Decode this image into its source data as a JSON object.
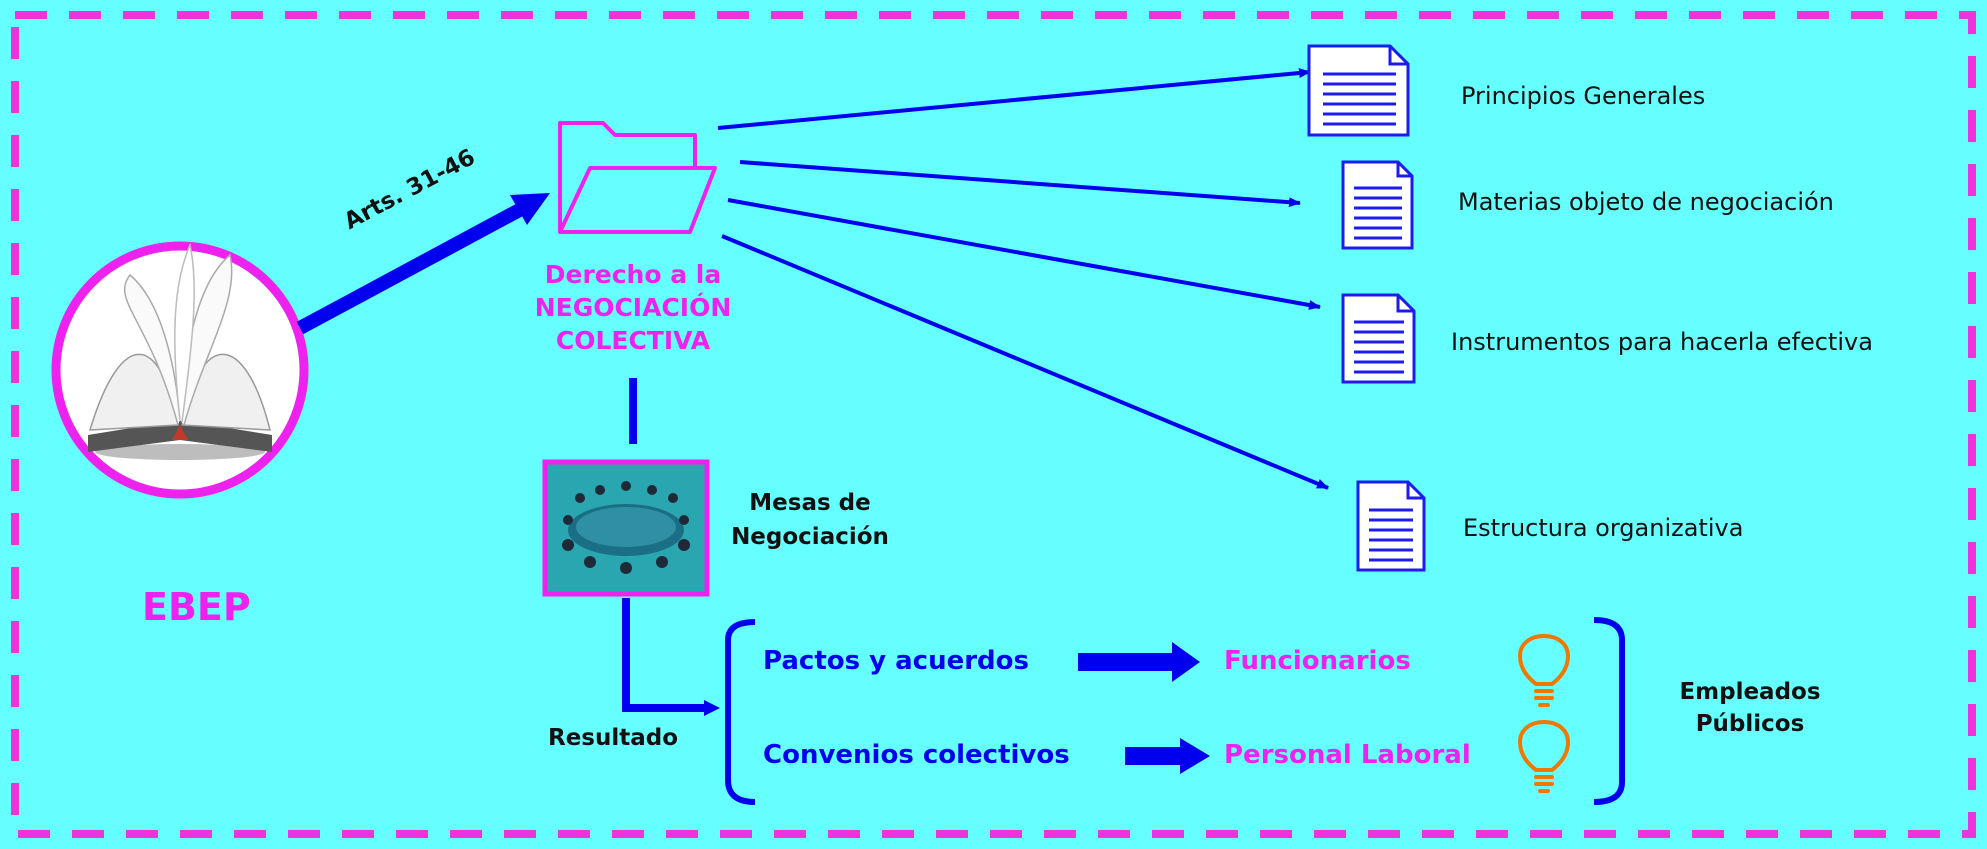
{
  "source": {
    "name": "EBEP",
    "arrow_label": "Arts. 31-46"
  },
  "central": {
    "title_lines": [
      "Derecho a la",
      "NEGOCIACIÓN",
      "COLECTIVA"
    ],
    "mesas_lines": [
      "Mesas de",
      "Negociación"
    ]
  },
  "topics": [
    {
      "label": "Principios Generales"
    },
    {
      "label": "Materias objeto de negociación"
    },
    {
      "label": "Instrumentos para hacerla efectiva"
    },
    {
      "label": "Estructura organizativa"
    }
  ],
  "resultado": {
    "label": "Resultado",
    "rows": [
      {
        "instrument": "Pactos y acuerdos",
        "target": "Funcionarios"
      },
      {
        "instrument": "Convenios colectivos",
        "target": "Personal Laboral"
      }
    ],
    "group_lines": [
      "Empleados",
      "Públicos"
    ]
  },
  "colors": {
    "background": "#66ffff",
    "border": "#ee33dd",
    "magenta": "#ee22ee",
    "blue": "#0000ee",
    "bulb": "#f07800"
  },
  "icons": [
    "book-icon",
    "folder-icon",
    "document-icon",
    "meeting-table-icon",
    "lightbulb-icon"
  ]
}
